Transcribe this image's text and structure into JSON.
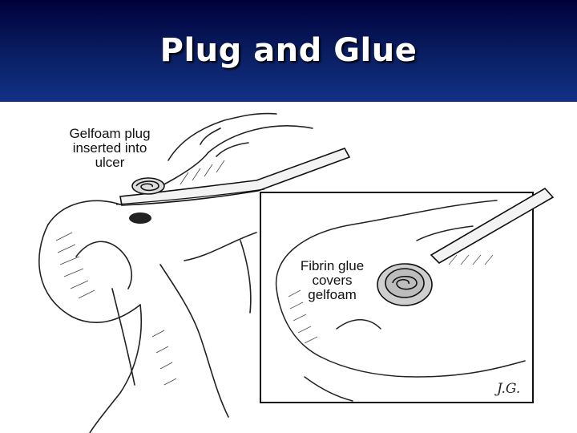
{
  "slide": {
    "title": "Plug and Glue",
    "title_color": "#ffffff",
    "band_color": "#0a1f63"
  },
  "illustration": {
    "label_plug": [
      "Gelfoam plug",
      "inserted into",
      "ulcer"
    ],
    "label_glue": [
      "Fibrin glue",
      "covers",
      "gelfoam"
    ],
    "artist_initials": "J.G."
  }
}
